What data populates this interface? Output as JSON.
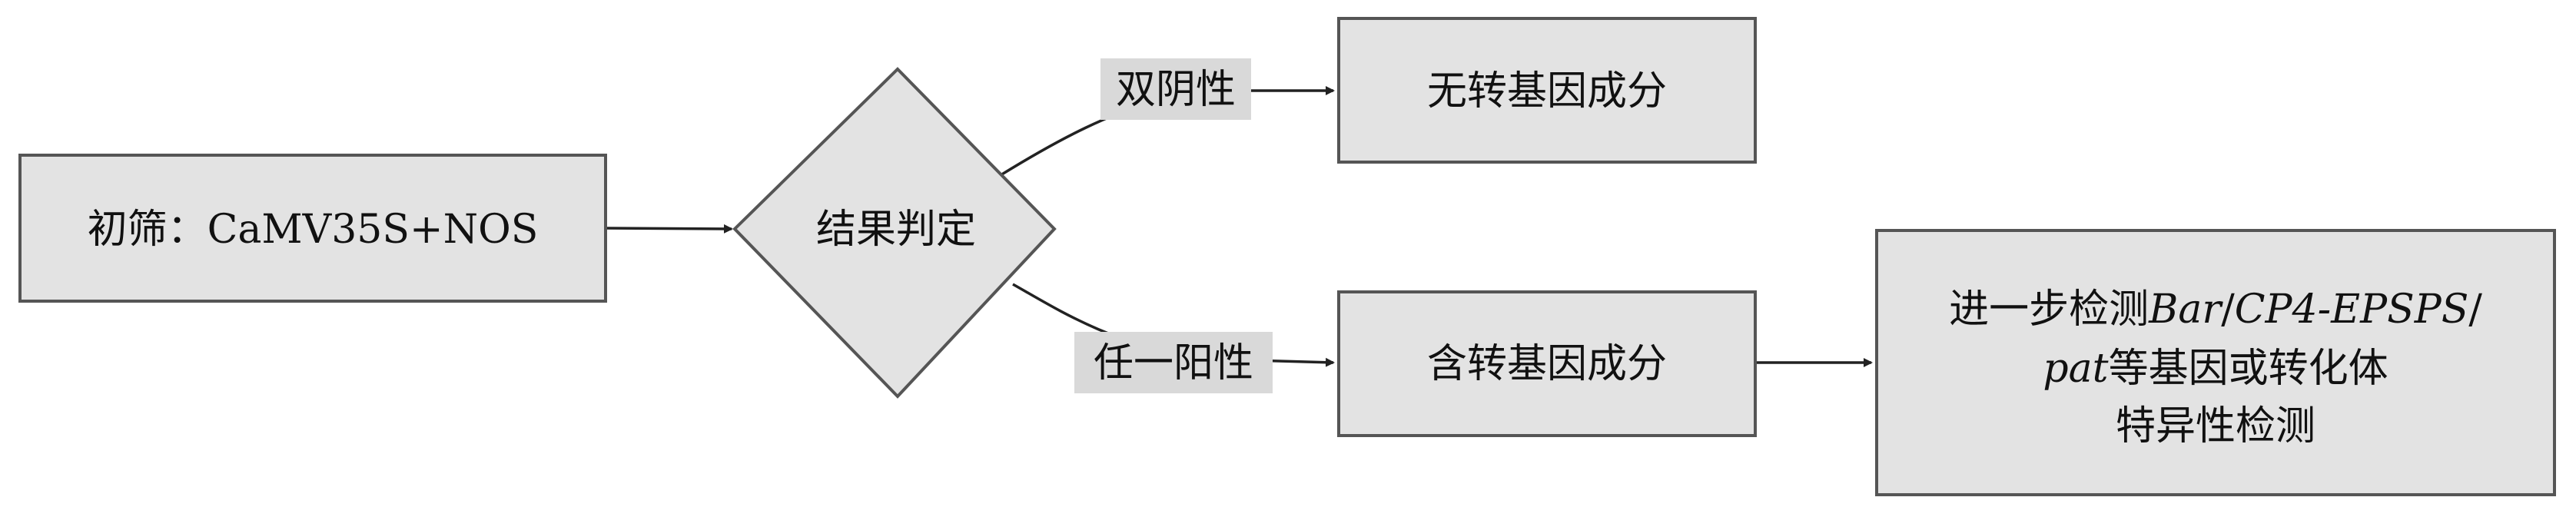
{
  "nodes": {
    "screen": {
      "label": "初筛：CaMV35S+NOS"
    },
    "decision": {
      "label": "结果判定"
    },
    "no_gm": {
      "label": "无转基因成分"
    },
    "has_gm": {
      "label": "含转基因成分"
    },
    "further": {
      "line1_prefix": "进一步检测",
      "line1_italic_a": "Bar",
      "line1_sep1": "/",
      "line1_italic_b": "CP4-EPSPS",
      "line1_sep2": "/",
      "line2_italic": "pat",
      "line2_suffix": "等基因或转化体",
      "line3": "特异性检测"
    }
  },
  "edges": {
    "double_negative": {
      "label": "双阴性"
    },
    "any_positive": {
      "label": "任一阳性"
    }
  },
  "colors": {
    "node_fill": "#e3e3e3",
    "node_stroke": "#555555",
    "edge_stroke": "#222222",
    "label_bg": "#d9d9d9"
  }
}
